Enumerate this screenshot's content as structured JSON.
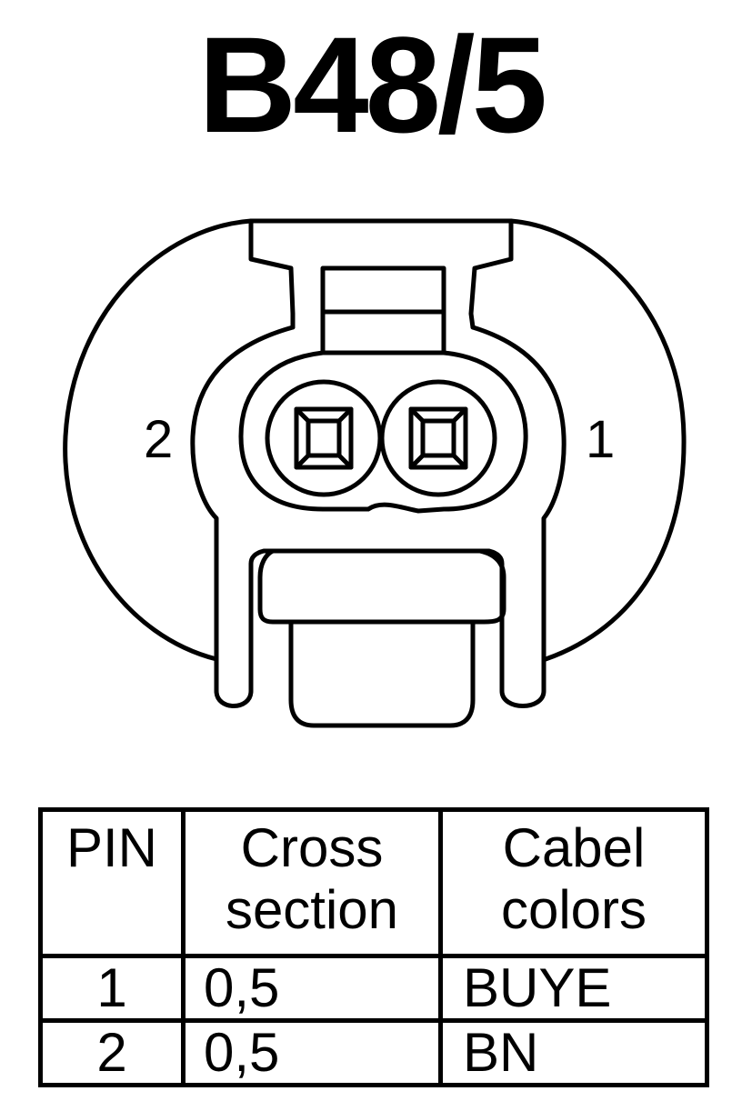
{
  "title": "B48/5",
  "connector": {
    "pin_labels": {
      "left": "2",
      "right": "1"
    }
  },
  "table": {
    "headers": {
      "pin": "PIN",
      "cross_line1": "Cross",
      "cross_line2": "section",
      "color_line1": "Cabel",
      "color_line2": "colors"
    },
    "rows": [
      {
        "pin": "1",
        "cross_section": "0,5",
        "color": "BUYE"
      },
      {
        "pin": "2",
        "cross_section": "0,5",
        "color": "BN"
      }
    ]
  }
}
